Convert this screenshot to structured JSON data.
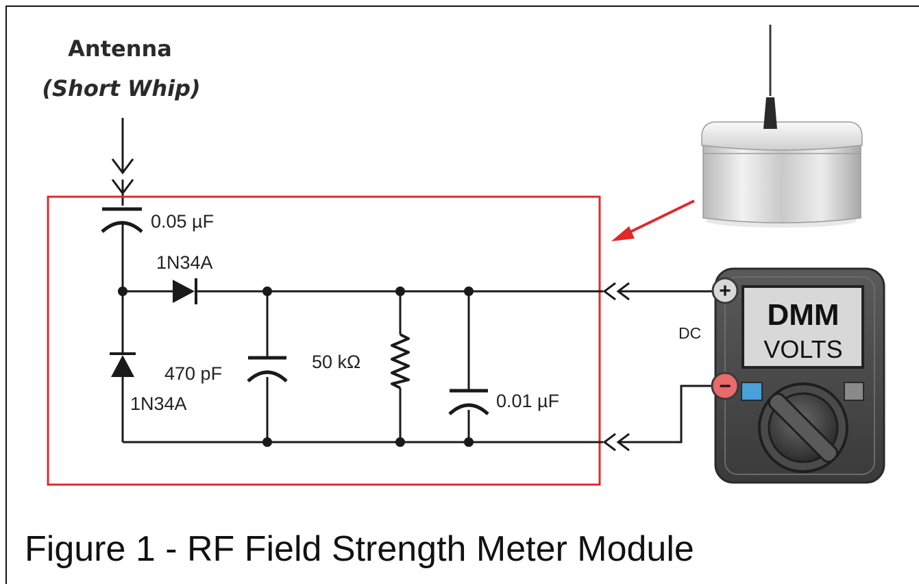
{
  "antenna": {
    "title": "Antenna",
    "subtitle": "(Short Whip)"
  },
  "components": {
    "coupling_cap": "0.05 µF",
    "diode_series": "1N34A",
    "diode_shunt": "1N34A",
    "filter_cap": "470 pF",
    "load_resistor": "50 kΩ",
    "output_cap": "0.01 µF"
  },
  "meter": {
    "title": "DMM",
    "mode": "VOLTS",
    "input_label": "DC",
    "plus_symbol": "+",
    "minus_symbol": "−"
  },
  "caption": "Figure 1 - RF Field Strength Meter Module",
  "colors": {
    "module_box": "#e0282a",
    "pointer_arrow": "#e0282a",
    "wire": "#1a1a1a",
    "meter_body": "#4a4a4a",
    "meter_display": "#d8d8d8",
    "button_left": "#4aa0d8",
    "button_right": "#8a8a8a"
  }
}
